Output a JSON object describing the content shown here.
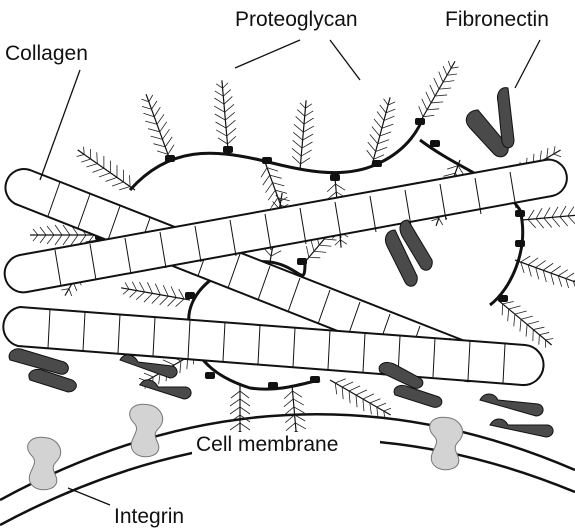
{
  "labels": {
    "collagen": "Collagen",
    "proteoglycan": "Proteoglycan",
    "fibronectin": "Fibronectin",
    "cell_membrane": "Cell membrane",
    "integrin": "Integrin"
  },
  "colors": {
    "stroke": "#111111",
    "fibronectin": "#4a4a4a",
    "integrin": "#d3d3d3",
    "background": "#ffffff"
  }
}
